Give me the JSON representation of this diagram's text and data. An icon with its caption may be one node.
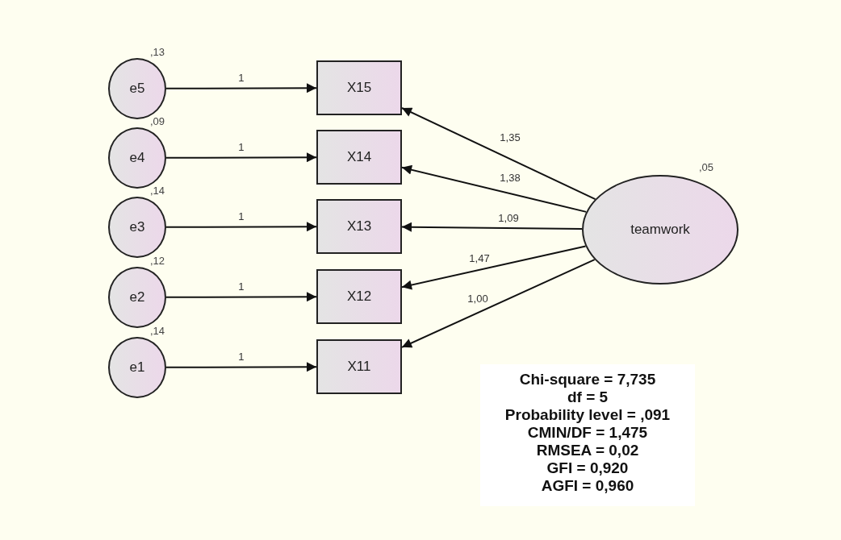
{
  "diagram": {
    "nodes": [
      {
        "text": [
          "e5"
        ],
        "beside": [
          ",13"
        ]
      },
      {
        "text": [
          "e4"
        ],
        "beside": [
          ",09"
        ]
      },
      {
        "text": [
          "e3"
        ],
        "beside": [
          ",14"
        ]
      },
      {
        "text": [
          "e2"
        ],
        "beside": [
          ",12"
        ]
      },
      {
        "text": [
          "e1"
        ],
        "beside": [
          ",14"
        ]
      },
      {
        "text": [
          "X15"
        ]
      },
      {
        "text": [
          "X14"
        ]
      },
      {
        "text": [
          "X13"
        ]
      },
      {
        "text": [
          "X12"
        ]
      },
      {
        "text": [
          "X11"
        ]
      },
      {
        "text": [
          "teamwork"
        ],
        "beside": [
          ",05"
        ]
      },
      {
        "text": [
          "Chi-square = 7,735",
          "df = 5",
          "Probability level = ,091",
          "CMIN/DF = 1,475",
          "RMSEA = 0,02",
          "GFI = 0,920",
          "AGFI = 0,960"
        ]
      }
    ],
    "edges": [
      {
        "from": 0,
        "to": 5,
        "arrow": "to",
        "label": "1"
      },
      {
        "from": 1,
        "to": 6,
        "arrow": "to",
        "label": "1"
      },
      {
        "from": 2,
        "to": 7,
        "arrow": "to",
        "label": "1"
      },
      {
        "from": 3,
        "to": 8,
        "arrow": "to",
        "label": "1"
      },
      {
        "from": 4,
        "to": 9,
        "arrow": "to",
        "label": "1"
      },
      {
        "from": 10,
        "to": 5,
        "arrow": "to",
        "label": "1,35"
      },
      {
        "from": 10,
        "to": 6,
        "arrow": "to",
        "label": "1,38"
      },
      {
        "from": 10,
        "to": 7,
        "arrow": "to",
        "label": "1,09"
      },
      {
        "from": 10,
        "to": 8,
        "arrow": "to",
        "label": "1,47"
      },
      {
        "from": 10,
        "to": 9,
        "arrow": "to",
        "label": "1,00"
      }
    ]
  }
}
